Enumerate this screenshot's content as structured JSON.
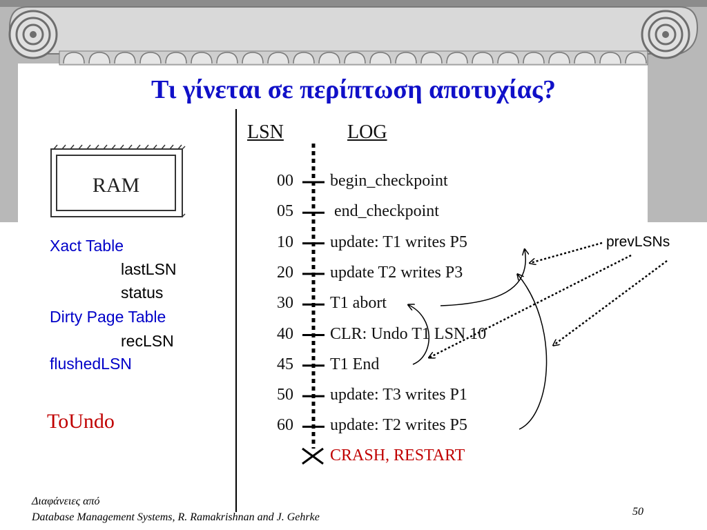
{
  "slide": {
    "title": "Τι γίνεται σε περίπτωση αποτυχίας?",
    "page_number": "50"
  },
  "log": {
    "lsn_header": "LSN",
    "log_header": "LOG",
    "entries": [
      {
        "lsn": "00",
        "text": "begin_checkpoint"
      },
      {
        "lsn": "05",
        "text": " end_checkpoint"
      },
      {
        "lsn": "10",
        "text": "update: T1 writes P5"
      },
      {
        "lsn": "20",
        "text": "update T2 writes P3"
      },
      {
        "lsn": "30",
        "text": "T1 abort"
      },
      {
        "lsn": "40",
        "text": "CLR: Undo T1 LSN 10"
      },
      {
        "lsn": "45",
        "text": "T1 End"
      },
      {
        "lsn": "50",
        "text": "update: T3 writes P1"
      },
      {
        "lsn": "60",
        "text": "update: T2 writes P5"
      }
    ],
    "crash_text": "CRASH, RESTART"
  },
  "ram": {
    "label": "RAM"
  },
  "tables": {
    "xact_table": "Xact Table",
    "last_lsn": "lastLSN",
    "status": "status",
    "dirty_page_table": "Dirty Page Table",
    "rec_lsn": "recLSN",
    "flushed_lsn": "flushedLSN"
  },
  "to_undo": "ToUndo",
  "annotation": {
    "prev_lsns": "prevLSNs"
  },
  "footer": {
    "line1": "Διαφάνειες από",
    "line2": "Database Management Systems, R. Ramakrishnan and J. Gehrke"
  },
  "colors": {
    "title": "#1010c8",
    "blue_text": "#0000c8",
    "red_text": "#c00000",
    "background": "#b8b8b8",
    "panel": "#ffffff"
  }
}
